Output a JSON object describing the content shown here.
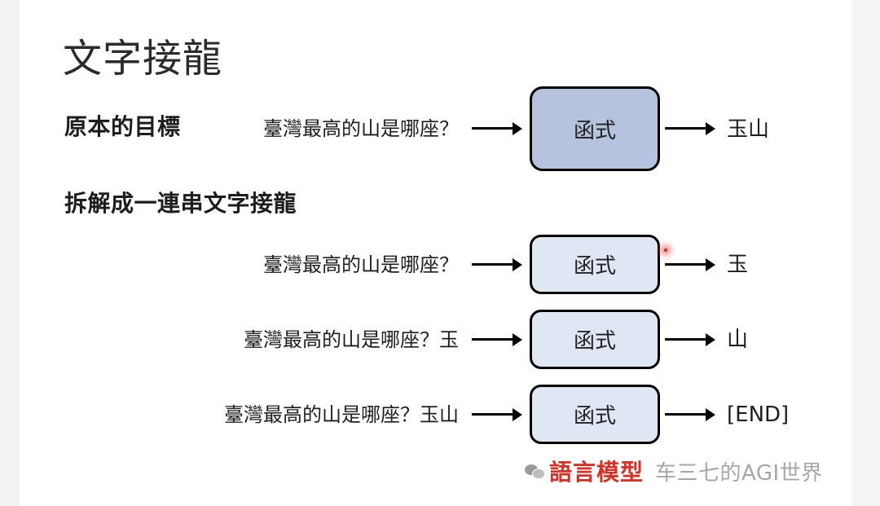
{
  "slide": {
    "title": "文字接龍",
    "original_goal_label": "原本的目標",
    "decompose_label": "拆解成一連串文字接龍"
  },
  "original": {
    "input": "臺灣最高的山是哪座？",
    "function": "函式",
    "output": "玉山"
  },
  "steps": [
    {
      "input": "臺灣最高的山是哪座？",
      "function": "函式",
      "output": "玉"
    },
    {
      "input": "臺灣最高的山是哪座？玉",
      "function": "函式",
      "output": "山"
    },
    {
      "input": "臺灣最高的山是哪座？玉山",
      "function": "函式",
      "output": "[END]"
    }
  ],
  "watermark": {
    "icon": "wechat-icon",
    "highlight": "語言模型",
    "text": "车三七的AGI世界"
  },
  "colors": {
    "box_big_fill": "#b6c3de",
    "box_small_fill": "#dfe6f4",
    "watermark_red": "#d93025"
  }
}
